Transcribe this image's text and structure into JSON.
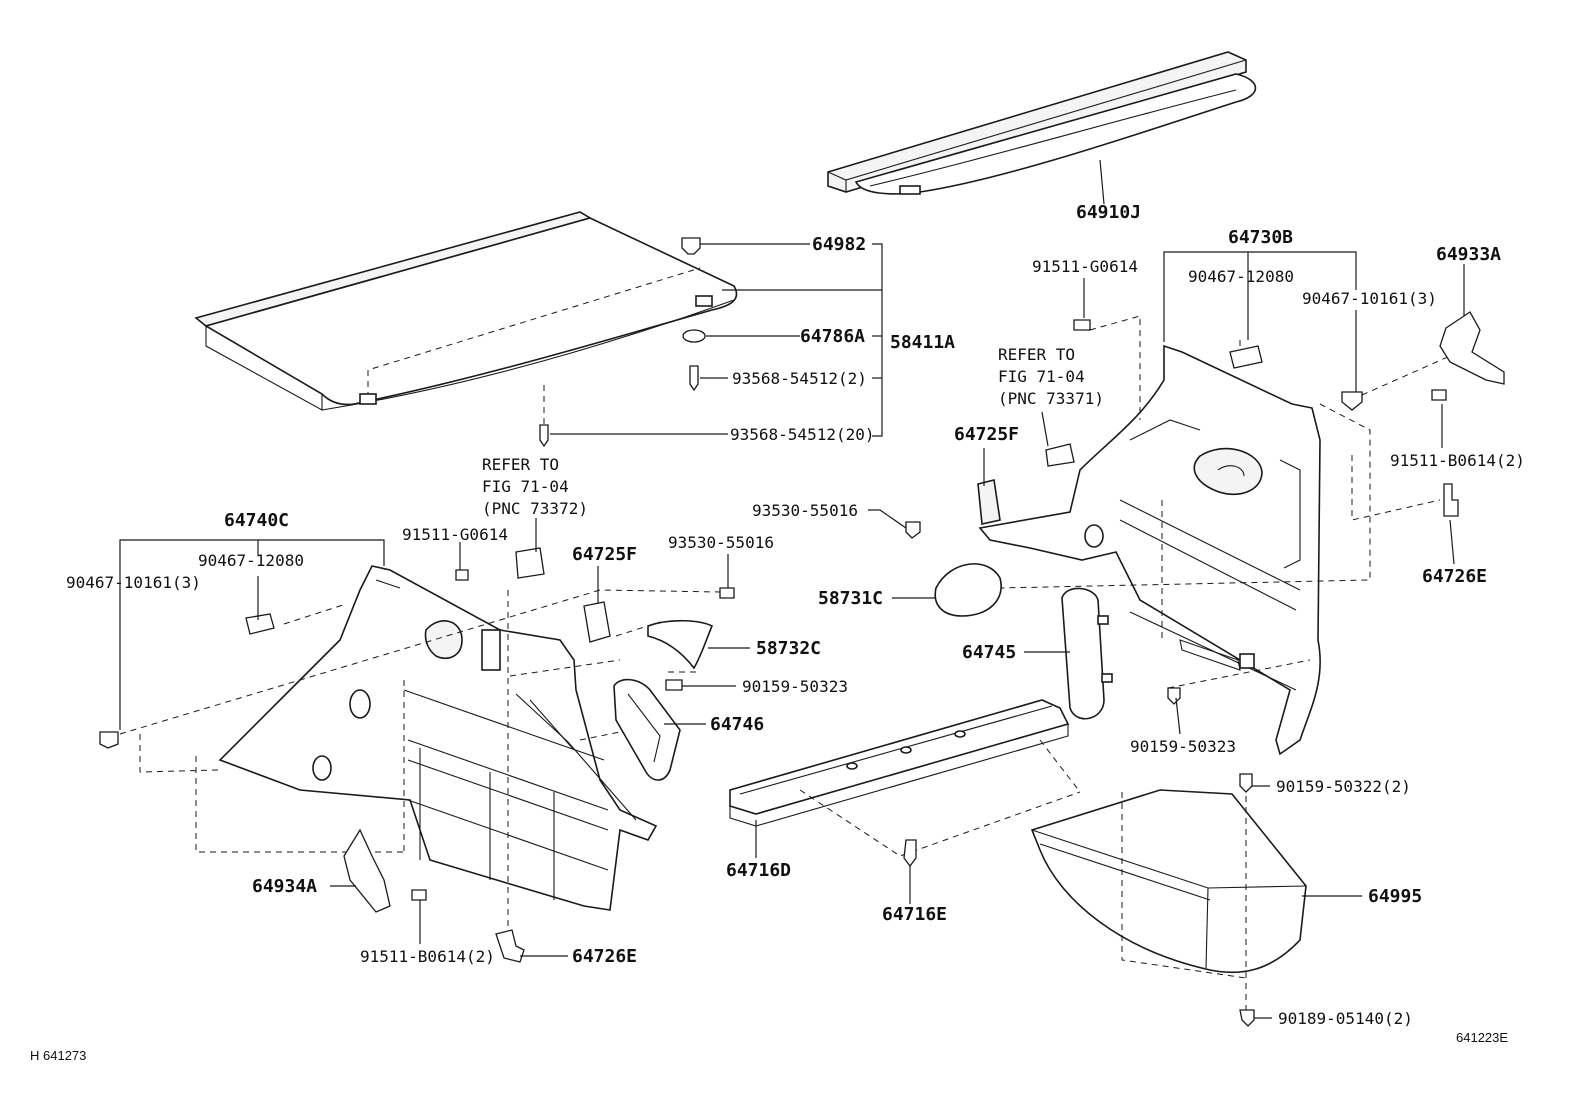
{
  "labels": {
    "p64910J": "64910J",
    "p64982": "64982",
    "p64786A": "64786A",
    "p58411A": "58411A",
    "p93568_54512_2": "93568-54512(2)",
    "p93568_54512_20": "93568-54512(20)",
    "p64730B": "64730B",
    "p91511_G0614_r": "91511-G0614",
    "p90467_12080_r": "90467-12080",
    "p90467_10161_3_r": "90467-10161(3)",
    "p64933A": "64933A",
    "refer_r_1": "REFER TO",
    "refer_r_2": "FIG 71-04",
    "refer_r_3": "(PNC 73371)",
    "p64725F_r": "64725F",
    "p91511_B0614_2_r": "91511-B0614(2)",
    "p93530_55016_r": "93530-55016",
    "p64726E_r": "64726E",
    "p58731C": "58731C",
    "p64745": "64745",
    "p90159_50323_r": "90159-50323",
    "refer_l_1": "REFER TO",
    "refer_l_2": "FIG 71-04",
    "refer_l_3": "(PNC 73372)",
    "p64740C": "64740C",
    "p91511_G0614_l": "91511-G0614",
    "p90467_12080_l": "90467-12080",
    "p90467_10161_3_l": "90467-10161(3)",
    "p64725F_l": "64725F",
    "p93530_55016_l": "93530-55016",
    "p58732C": "58732C",
    "p90159_50323_l": "90159-50323",
    "p64746": "64746",
    "p64934A": "64934A",
    "p91511_B0614_2_l": "91511-B0614(2)",
    "p64726E_l": "64726E",
    "p64716D": "64716D",
    "p64716E": "64716E",
    "p90159_50322_2": "90159-50322(2)",
    "p64995": "64995",
    "p90189_05140_2": "90189-05140(2)",
    "footer_left": "H 641273",
    "footer_right": "641223E"
  }
}
